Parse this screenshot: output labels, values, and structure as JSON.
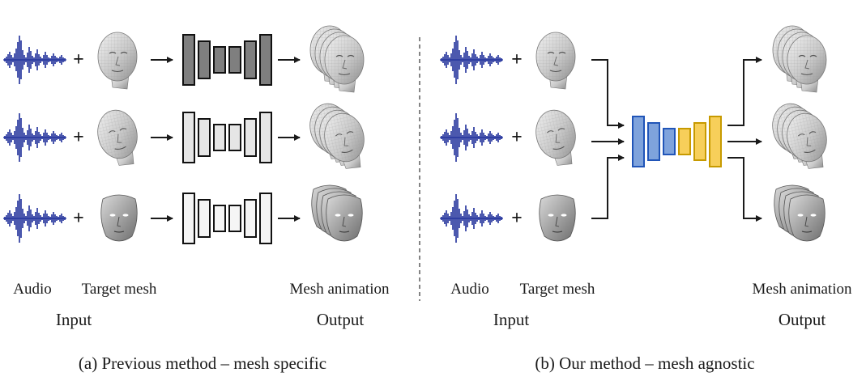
{
  "left_panel": {
    "labels": {
      "audio": "Audio",
      "target_mesh": "Target mesh",
      "mesh_animation": "Mesh animation",
      "input": "Input",
      "output": "Output"
    },
    "caption": "(a) Previous method – mesh specific",
    "network_fills": [
      "#7f7f7f",
      "#e6e6e6",
      "#f5f5f5"
    ],
    "plus_symbol": "+"
  },
  "right_panel": {
    "labels": {
      "audio": "Audio",
      "target_mesh": "Target mesh",
      "mesh_animation": "Mesh animation",
      "input": "Input",
      "output": "Output"
    },
    "caption": "(b) Our method – mesh agnostic",
    "encoder_color": "#7fa3dc",
    "decoder_color": "#f7cf5a",
    "plus_symbol": "+"
  },
  "colors": {
    "waveform": "#1f2f9a",
    "arrow": "#1a1a1a",
    "divider": "#333333"
  }
}
